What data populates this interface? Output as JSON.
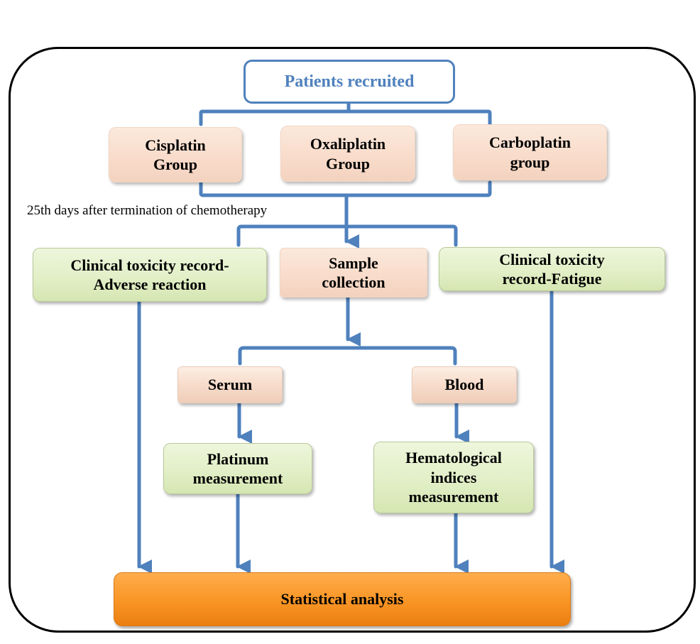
{
  "diagram": {
    "title_node": "Patients recruited",
    "groups": [
      {
        "line1": "Cisplatin",
        "line2": "Group"
      },
      {
        "line1": "Oxaliplatin",
        "line2": "Group"
      },
      {
        "line1": "Carboplatin",
        "line2": "group"
      }
    ],
    "timing_note": "25th days after termination of chemotherapy",
    "second_level": {
      "adverse": {
        "line1": "Clinical toxicity record-",
        "line2": "Adverse reaction"
      },
      "sample": {
        "line1": "Sample",
        "line2": "collection"
      },
      "fatigue": {
        "line1": "Clinical toxicity",
        "line2": "record-Fatigue"
      }
    },
    "samples": {
      "serum": "Serum",
      "blood": "Blood"
    },
    "measurements": {
      "platinum": {
        "line1": "Platinum",
        "line2": "measurement"
      },
      "hematological": {
        "line1": "Hematological",
        "line2": "indices",
        "line3": "measurement"
      }
    },
    "final_node": "Statistical analysis",
    "colors": {
      "connector": "#4f81bd",
      "title_text": "#4f81bd",
      "peach_box": "#f9dccb",
      "green_box": "#e2efc7",
      "orange_box": "#f99728"
    }
  }
}
